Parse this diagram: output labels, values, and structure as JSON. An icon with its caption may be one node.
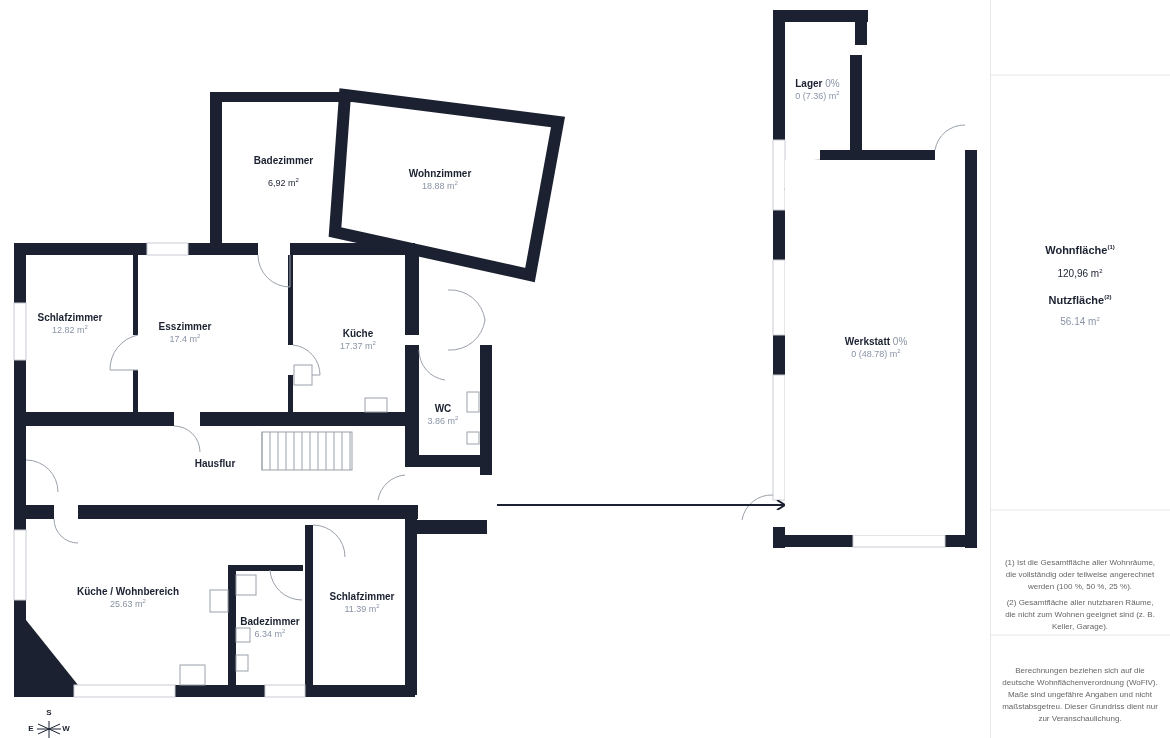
{
  "diagram": {
    "nodes": [
      {
        "text": [
          "**Lager** 0%",
          "0 (7.36) m$^{2}$"
        ]
      },
      {
        "text": [
          "Badezimmer",
          "6,92 m$^{2}$"
        ]
      },
      {
        "text": [
          "Wohnzimmer",
          "18.88 m$^{2}$"
        ]
      },
      {
        "text": [
          "Schlafzimmer",
          "12.82 m$^{2}$"
        ]
      },
      {
        "text": [
          "Esszimmer",
          "17.4 m$^{2}$"
        ]
      },
      {
        "text": [
          "Küche",
          "17.37 m$^{2}$"
        ]
      },
      {
        "text": [
          "WC",
          "3.86 m$^{2}$"
        ]
      },
      {
        "text": [
          "Hausflur"
        ]
      },
      {
        "text": [
          "**Werkstatt** 0%",
          "0 (48.78) m$^{2}$"
        ]
      },
      {
        "text": [
          "Küche / Wohnbereich",
          "25.63 m$^{2}$"
        ]
      },
      {
        "text": [
          "Badezimmer",
          "6.34 m$^{2}$"
        ]
      },
      {
        "text": [
          "Schlafzimmer",
          "11.39 m$^{2}$"
        ]
      }
    ],
    "edges": [
      {
        "from": null,
        "to": 8,
        "arrow": "to"
      }
    ],
    "labels": [
      "Wohnfläche$^{(1)}$",
      "120,96 m$^{2}$",
      "Nutzfläche$^{(2)}$",
      "56.14 m$^{2}$",
      "(1) Ist die Gesamtfläche aller Wohnräume, die vollständig oder teilweise angerechnet werden (100 %, 50 %, 25 %).",
      "(2) Gesamtfläche aller nutzbaren Räume, die nicht zum Wohnen geeignet sind (z. B. Keller, Garage).",
      "Berechnungen beziehen sich auf die deutsche Wohnflächenverordnung (WoFlV). Maße sind ungefähre Angaben und nicht maßstabsgetreu. Dieser Grundriss dient nur zur Veranschaulichung.",
      "S",
      "E",
      "W"
    ]
  }
}
